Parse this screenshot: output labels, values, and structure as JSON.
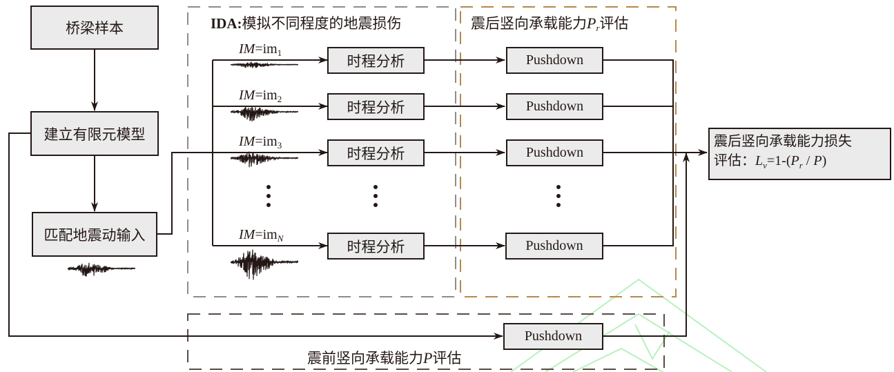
{
  "colors": {
    "line": "#231815",
    "box_fill": "#ebebeb",
    "ida_frame": "#8c8c8c",
    "post_frame": "#b8864e",
    "pre_frame": "#5a4a42",
    "watermark": "#b8f0c0"
  },
  "left_chain": {
    "bridge_sample": "桥梁样本",
    "fe_model": "建立有限元模型",
    "ground_motion": "匹配地震动输入"
  },
  "ida_group": {
    "title_bold": "IDA:",
    "title_rest": "模拟不同程度的地震损伤",
    "rows": [
      {
        "im_prefix": "IM",
        "im_eq": "=im",
        "im_sub": "1",
        "analysis": "时程分析",
        "pushdown": "Pushdown"
      },
      {
        "im_prefix": "IM",
        "im_eq": "=im",
        "im_sub": "2",
        "analysis": "时程分析",
        "pushdown": "Pushdown"
      },
      {
        "im_prefix": "IM",
        "im_eq": "=im",
        "im_sub": "3",
        "analysis": "时程分析",
        "pushdown": "Pushdown"
      },
      {
        "im_prefix": "IM",
        "im_eq": "=im",
        "im_sub": "N",
        "analysis": "时程分析",
        "pushdown": "Pushdown"
      }
    ]
  },
  "post_group": {
    "title_prefix": "震后竖向承载能力",
    "title_var": "P",
    "title_sub": "r",
    "title_suffix": "评估"
  },
  "pre_group": {
    "pushdown": "Pushdown",
    "title_prefix": "震前竖向承载能力",
    "title_var": "P",
    "title_suffix": "评估"
  },
  "result_box": {
    "line1": "震后竖向承载能力损失",
    "line2_prefix": "评估：",
    "formula_L": "L",
    "formula_L_sub": "v",
    "formula_mid": "=1-(",
    "formula_P": "P",
    "formula_P_sub": "r",
    "formula_slash": " / ",
    "formula_P2": "P",
    "formula_end": ")"
  },
  "icons": {
    "waveform": "seismic-waveform-icon",
    "ellipsis": "vertical-ellipsis-icon"
  }
}
